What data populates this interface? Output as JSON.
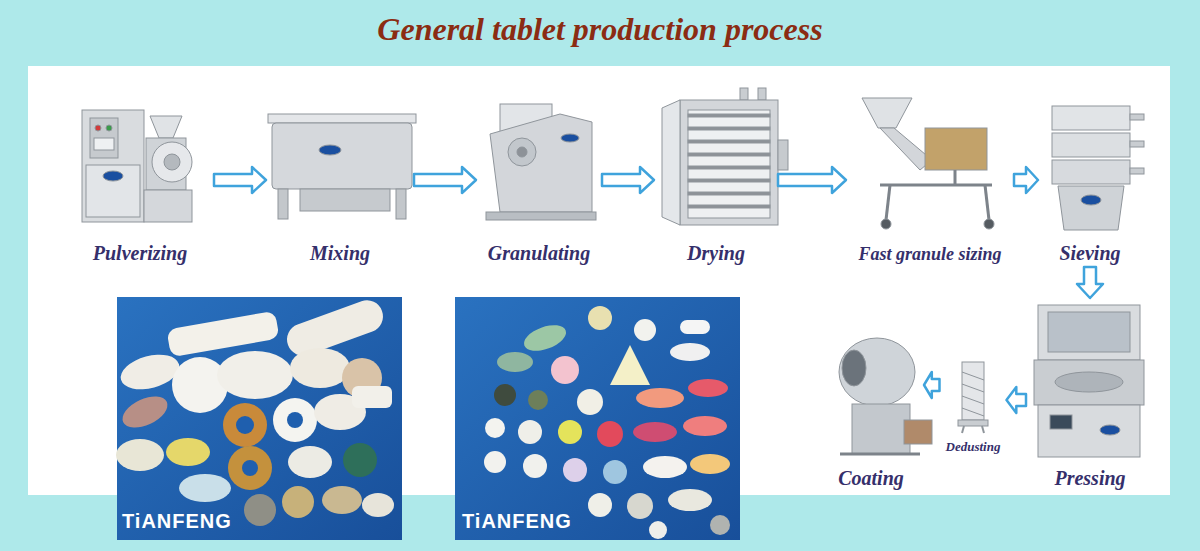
{
  "diagram": {
    "title": "General tablet production process",
    "nodes": [
      {
        "text": [
          "Pulverizing"
        ]
      },
      {
        "text": [
          "Mixing"
        ]
      },
      {
        "text": [
          "Granulating"
        ]
      },
      {
        "text": [
          "Drying"
        ]
      },
      {
        "text": [
          "Fast granule sizing"
        ]
      },
      {
        "text": [
          "Sieving"
        ]
      },
      {
        "text": [
          "Pressing"
        ]
      },
      {
        "text": [
          "Dedusting"
        ]
      },
      {
        "text": [
          "Coating"
        ]
      }
    ],
    "edges": [
      {
        "from": 0,
        "to": 1,
        "arrow": "to"
      },
      {
        "from": 1,
        "to": 2,
        "arrow": "to"
      },
      {
        "from": 2,
        "to": 3,
        "arrow": "to"
      },
      {
        "from": 3,
        "to": 4,
        "arrow": "to"
      },
      {
        "from": 4,
        "to": 5,
        "arrow": "to"
      },
      {
        "from": 5,
        "to": 6,
        "arrow": "to"
      },
      {
        "from": 6,
        "to": 7,
        "arrow": "to"
      },
      {
        "from": 7,
        "to": 8,
        "arrow": "to"
      }
    ],
    "labels": [
      "TiANFENG",
      "TiANFENG"
    ]
  }
}
